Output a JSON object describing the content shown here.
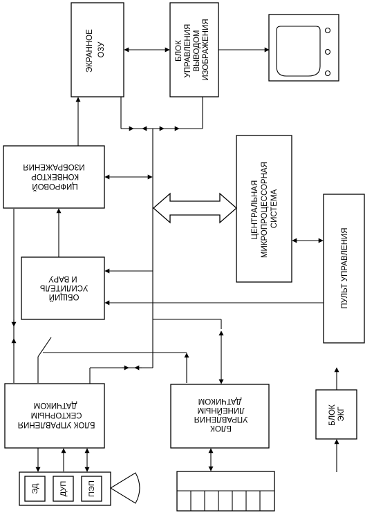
{
  "blocks": {
    "screen_ram": [
      "ЭКРАННОЕ",
      "ОЗУ"
    ],
    "display_control": [
      "БЛОК",
      "УПРАВЛЕНИЯ",
      "ВЫВОДОМ",
      "ИЗОБРАЖЕНИЯ"
    ],
    "digital_converter": [
      "ЦИФРОВОЙ",
      "КОНВЕКТОР",
      "ИЗОБРАЖЕНИЯ"
    ],
    "cpu": [
      "ЦЕНТРАЛЬНАЯ",
      "МИКРОПРОЦЕССОРНАЯ",
      "СИСТЕМА"
    ],
    "control_panel": [
      "ПУЛЬТ УПРАВЛЕНИЯ"
    ],
    "amplifier": [
      "ОБЩИЙ",
      "УСИЛИТЕЛЬ",
      "И ВАРУ"
    ],
    "sector_sensor": [
      "БЛОК УПРАВЛЕНИЯ",
      "СЕКТОРНЫМ",
      "ДАТЧИКОМ"
    ],
    "linear_sensor": [
      "БЛОК",
      "УПРАВЛЕНИЯ",
      "ЛИНЕЙНЫМ",
      "ДАТЧИКОМ"
    ],
    "ecg": [
      "БЛОК",
      "ЭКГ"
    ]
  },
  "probe": {
    "elements": [
      "ЭД",
      "ДУП",
      "ПЭП"
    ]
  }
}
